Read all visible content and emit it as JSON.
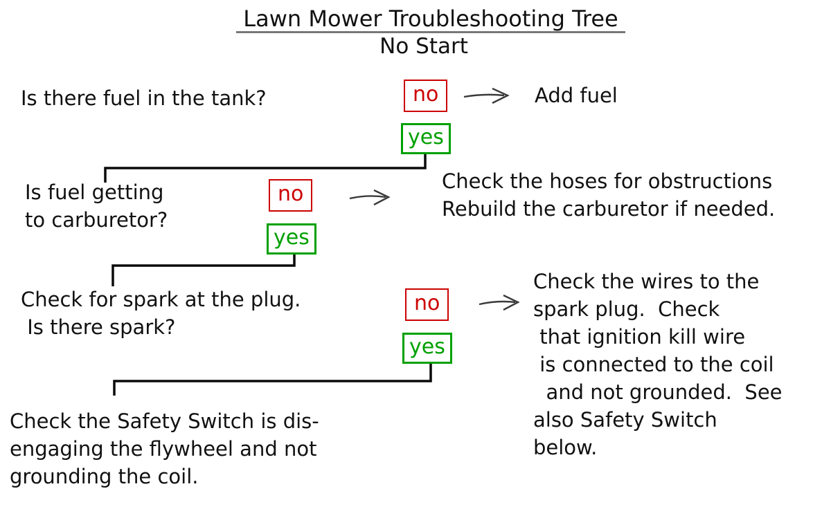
{
  "title": "Lawn Mower Troubleshooting Tree",
  "subtitle": "No Start",
  "box_labels": {
    "no": "no",
    "yes": "yes"
  },
  "colors": {
    "no": "#cc0000",
    "yes": "#00a000",
    "line": "#0a0a0a",
    "arrow": "#3a3a3a",
    "text": "#111111",
    "underline": "#777777"
  },
  "steps": [
    {
      "question": "Is there fuel in the tank?",
      "no_answer": "Add fuel"
    },
    {
      "question": "Is fuel getting\nto carburetor?",
      "no_answer": "Check the hoses for obstructions\nRebuild the carburetor if needed."
    },
    {
      "question": "Check for spark at the plug.\n Is there spark?",
      "no_answer": "Check the wires to the\nspark plug.  Check\n that ignition kill wire\n is connected to the coil\n  and not grounded.  See\nalso Safety Switch\nbelow."
    }
  ],
  "final_step": "Check the Safety Switch is dis-\nengaging the flywheel and not\ngrounding the coil."
}
